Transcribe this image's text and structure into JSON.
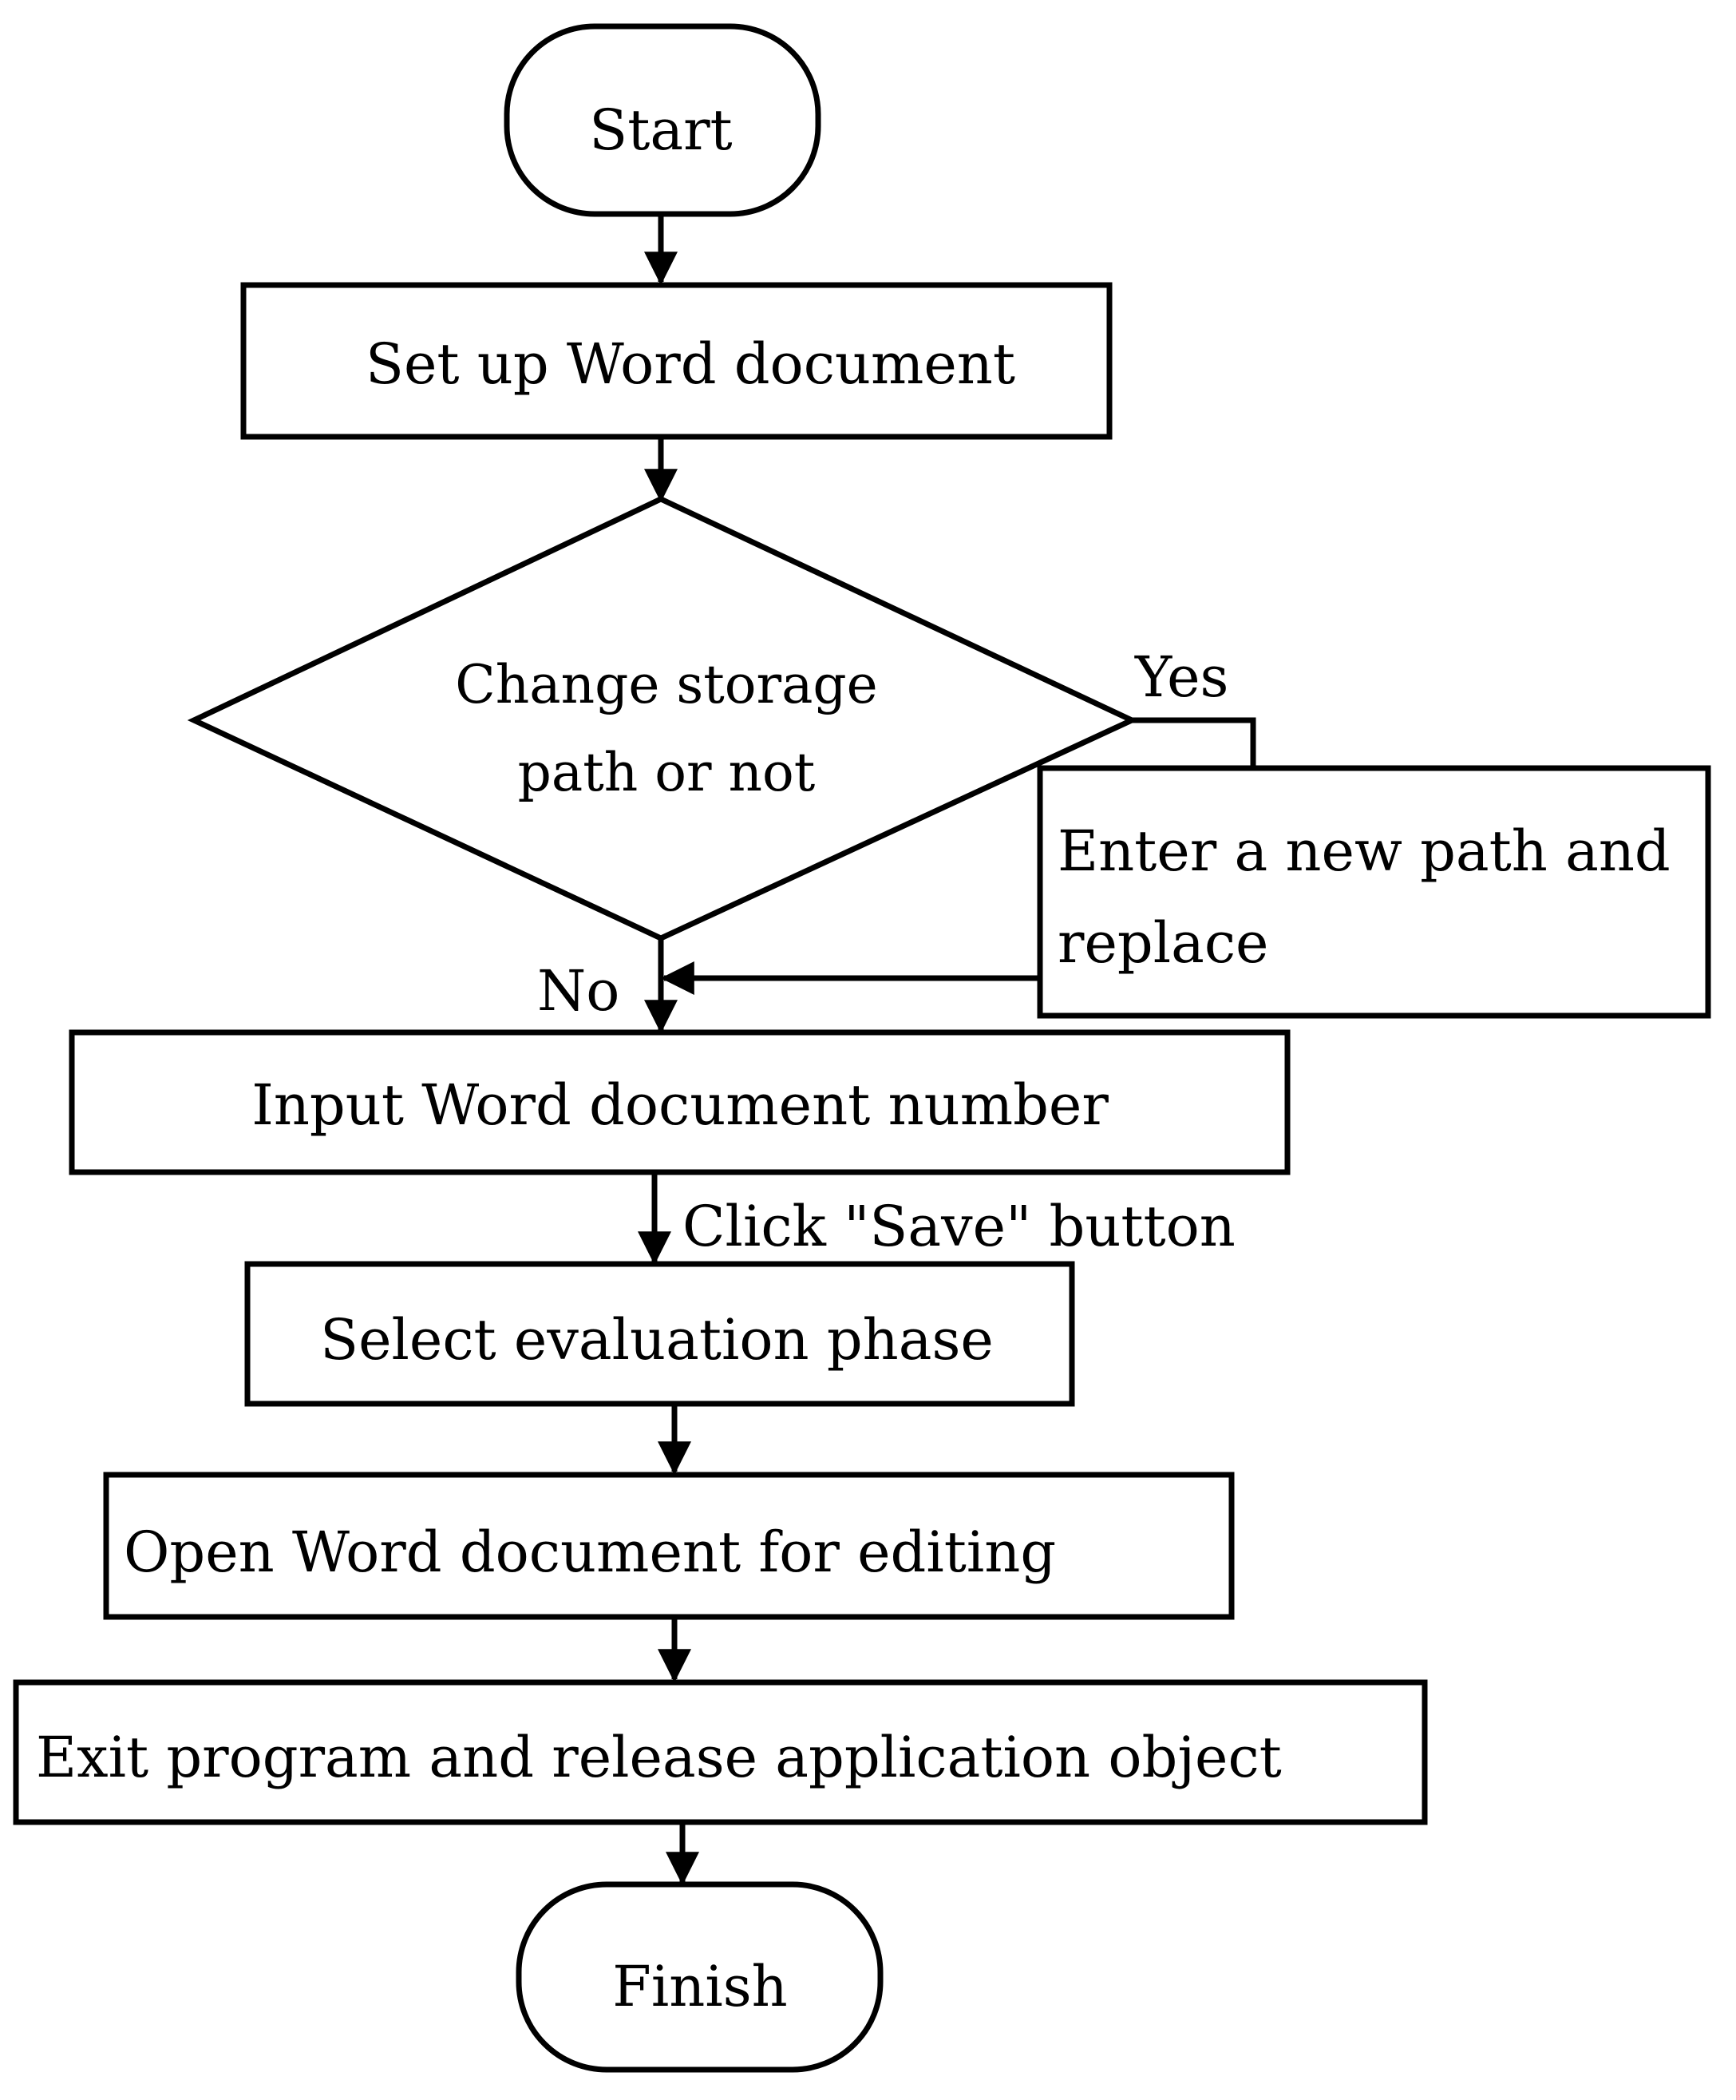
{
  "colors": {
    "stroke": "#000000",
    "background": "#ffffff",
    "text": "#000000"
  },
  "nodes": {
    "start": "Start",
    "setup": "Set up Word document",
    "decision": {
      "line1": "Change storage",
      "line2": "path or not"
    },
    "new_path": {
      "line1": "Enter a new path and",
      "line2": "replace"
    },
    "input_number": "Input Word document number",
    "select_phase": "Select evaluation phase",
    "open_edit": "Open Word document for editing",
    "exit": "Exit program and release application object",
    "finish": "Finish"
  },
  "edge_labels": {
    "yes": "Yes",
    "no": "No",
    "save": "Click \"Save\" button"
  }
}
